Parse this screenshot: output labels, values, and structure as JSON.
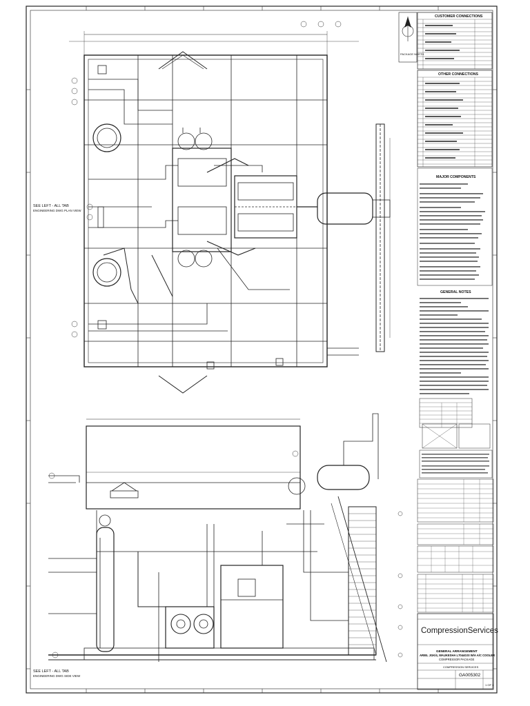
{
  "north_arrow": {
    "label": "PACKAGE NORTH"
  },
  "connections_title": "CUSTOMER CONNECTIONS",
  "other_connections_title": "OTHER CONNECTIONS",
  "major_components_title": "MAJOR COMPONENTS",
  "general_notes_title": "GENERAL NOTES",
  "side_notes": [
    {
      "text": "SEE LEFT - ALL TAB",
      "sub": "ENGINEERING DWG PLAN VIEW"
    },
    {
      "text": "SEE LEFT - ALL TAB",
      "sub": "ENGINEERING DWG SIDE VIEW"
    }
  ],
  "title_block": {
    "company": "CompressionServices",
    "drawing_title_1": "GENERAL ARRANGEMENT",
    "drawing_title_2": "ARIEL JGK/4, WAUKESHA L7044GSI W/A A/C COOLER",
    "drawing_title_3": "COMPRESSOR PACKAGE",
    "section_label": "COMPRESSION SERVICES",
    "drawing_number": "GA005302",
    "sheet": "1 OF 1"
  }
}
